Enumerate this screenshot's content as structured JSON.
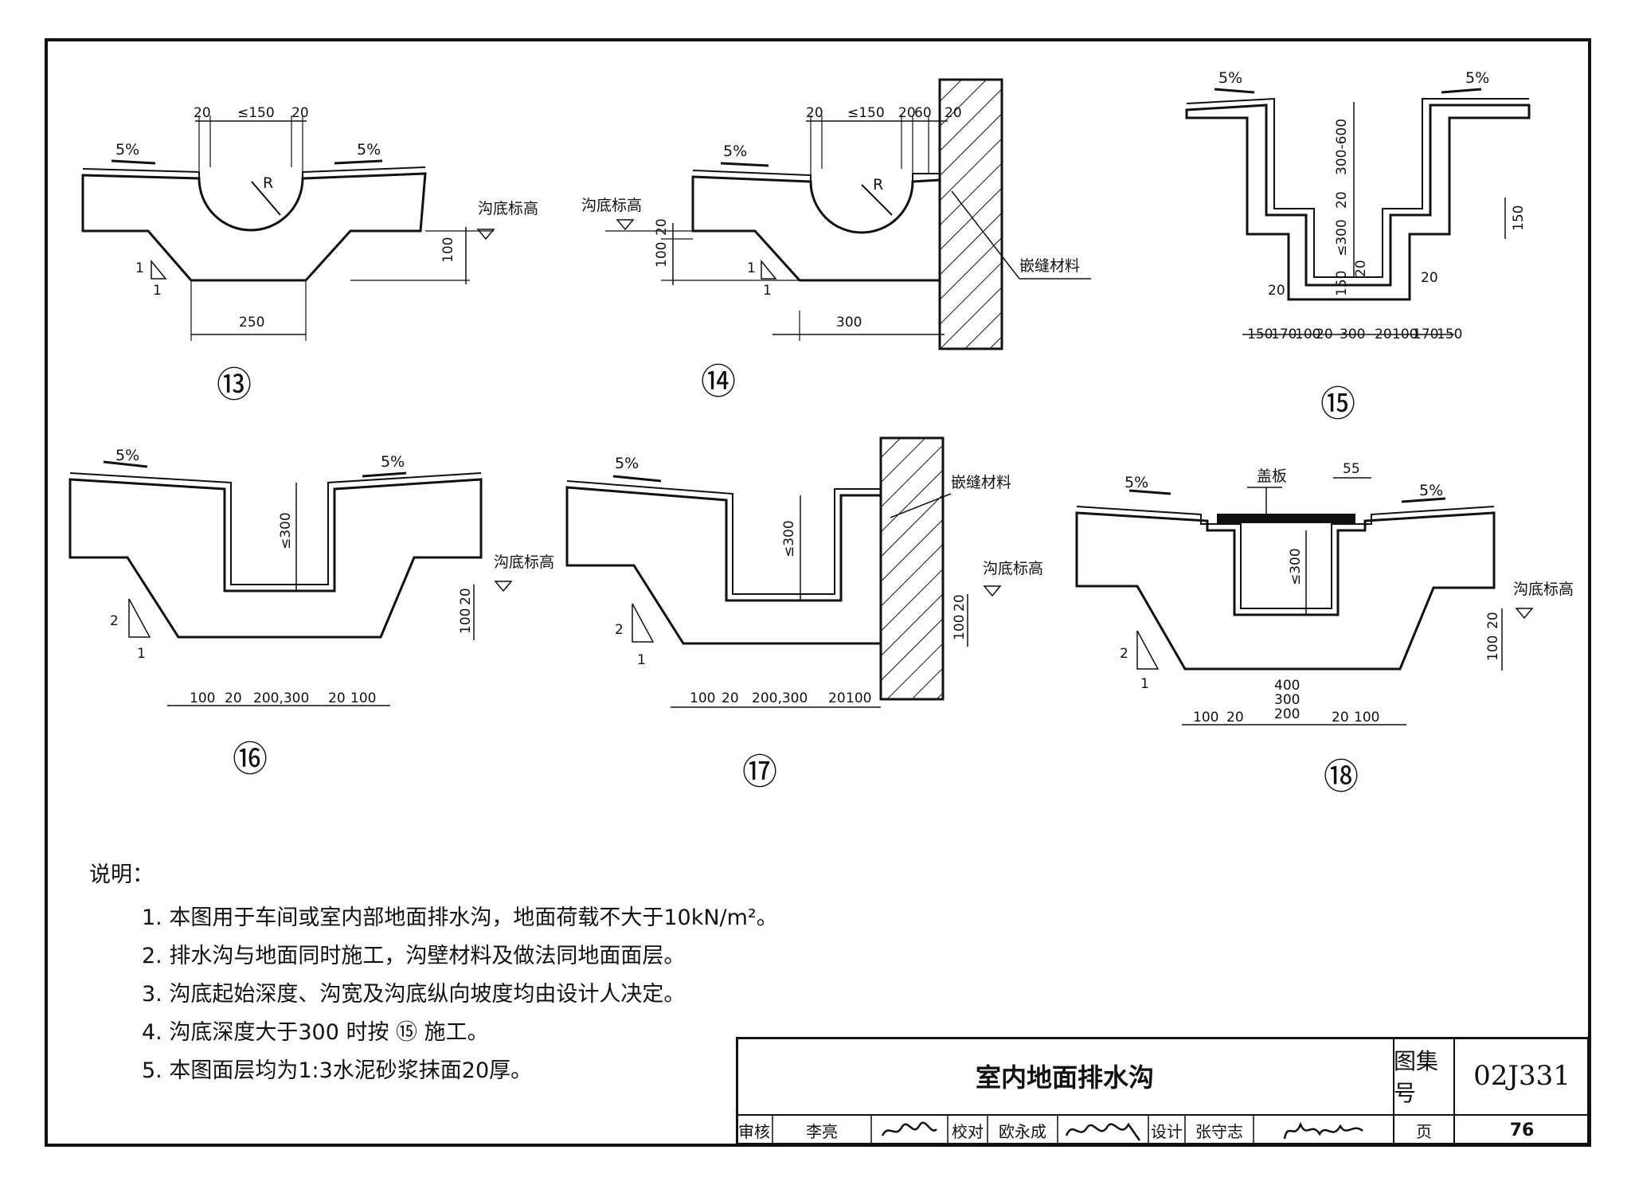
{
  "details": [
    {
      "number": "⑬",
      "labels": {
        "slope_left": "5%",
        "slope_right": "5%",
        "radius": "R",
        "ditch_bottom": "沟底标高",
        "ratio_a": "1",
        "ratio_b": "1"
      },
      "dims": [
        "20",
        "≤150",
        "20",
        "100",
        "250"
      ]
    },
    {
      "number": "⑭",
      "labels": {
        "slope": "5%",
        "radius": "R",
        "ditch_bottom": "沟底标高",
        "filler": "嵌缝材料",
        "ratio_a": "1",
        "ratio_b": "1"
      },
      "dims": [
        "20",
        "≤150",
        "20",
        "60",
        "20",
        "20",
        "100",
        "300"
      ]
    },
    {
      "number": "⑮",
      "labels": {
        "slope_left": "5%",
        "slope_right": "5%"
      },
      "dims": [
        "300-600",
        "20",
        "≤300",
        "20",
        "150",
        "20",
        "20",
        "150",
        "150",
        "170",
        "100",
        "20",
        "300",
        "20",
        "100",
        "170",
        "150"
      ]
    },
    {
      "number": "⑯",
      "labels": {
        "slope_left": "5%",
        "slope_right": "5%",
        "ditch_bottom": "沟底标高",
        "ratio_a": "2",
        "ratio_b": "1"
      },
      "dims": [
        "≤300",
        "20",
        "100",
        "100",
        "20",
        "200,300",
        "20",
        "100"
      ]
    },
    {
      "number": "⑰",
      "labels": {
        "slope": "5%",
        "ditch_bottom": "沟底标高",
        "filler": "嵌缝材料",
        "ratio_a": "2",
        "ratio_b": "1"
      },
      "dims": [
        "≤300",
        "20",
        "100",
        "100",
        "20",
        "200,300",
        "20",
        "100"
      ]
    },
    {
      "number": "⑱",
      "labels": {
        "slope_left": "5%",
        "slope_right": "5%",
        "cover": "盖板",
        "ditch_bottom": "沟底标高",
        "ratio_a": "2",
        "ratio_b": "1"
      },
      "dims": [
        "55",
        "≤300",
        "20",
        "100",
        "400",
        "300",
        "200",
        "100",
        "20",
        "20",
        "100"
      ]
    }
  ],
  "notes": {
    "title": "说明：",
    "items": [
      "1.  本图用于车间或室内部地面排水沟，地面荷载不大于10kN/m²。",
      "2.  排水沟与地面同时施工，沟壁材料及做法同地面面层。",
      "3.  沟底起始深度、沟宽及沟底纵向坡度均由设计人决定。",
      "4.  沟底深度大于300 时按 ⑮ 施工。",
      "5.  本图面层均为1:3水泥砂浆抹面20厚。"
    ]
  },
  "title_block": {
    "title": "室内地面排水沟",
    "atlas_label": "图集号",
    "atlas_no": "02J331",
    "review_label": "审核",
    "reviewer": "李亮",
    "check_label": "校对",
    "checker": "欧永成",
    "design_label": "设计",
    "designer": "张守志",
    "page_label": "页",
    "page_no": "76"
  }
}
